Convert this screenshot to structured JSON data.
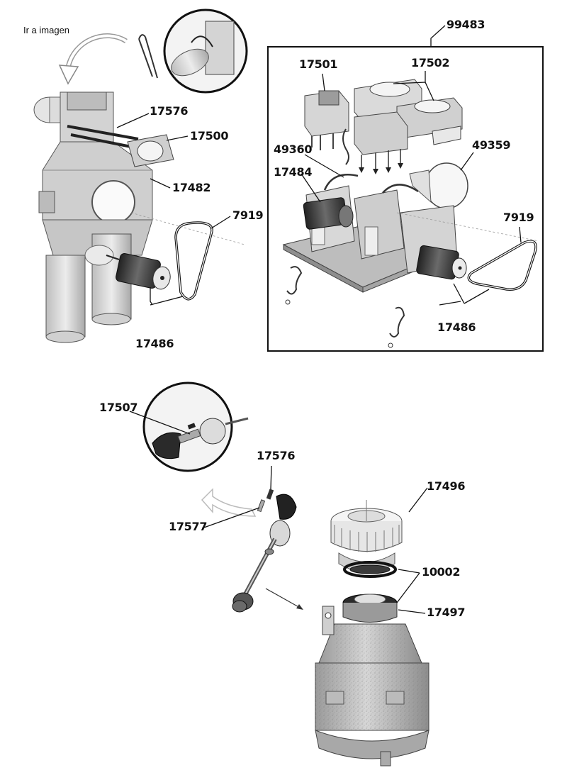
{
  "nav": {
    "link": "Ir a imagen"
  },
  "top_left": {
    "parts": [
      "17576",
      "17500",
      "17482",
      "7919",
      "17486"
    ]
  },
  "top_right": {
    "assembly": "99483",
    "parts": [
      "17501",
      "17502",
      "49360",
      "49359",
      "17484",
      "7919",
      "17486"
    ]
  },
  "bottom": {
    "parts": [
      "17507",
      "17576",
      "17577",
      "17496",
      "10002",
      "17497"
    ]
  },
  "colors": {
    "line": "#222222",
    "part_fill": "#d9d9d9",
    "part_shade": "#a8a8a8",
    "dark": "#3a3a3a"
  }
}
